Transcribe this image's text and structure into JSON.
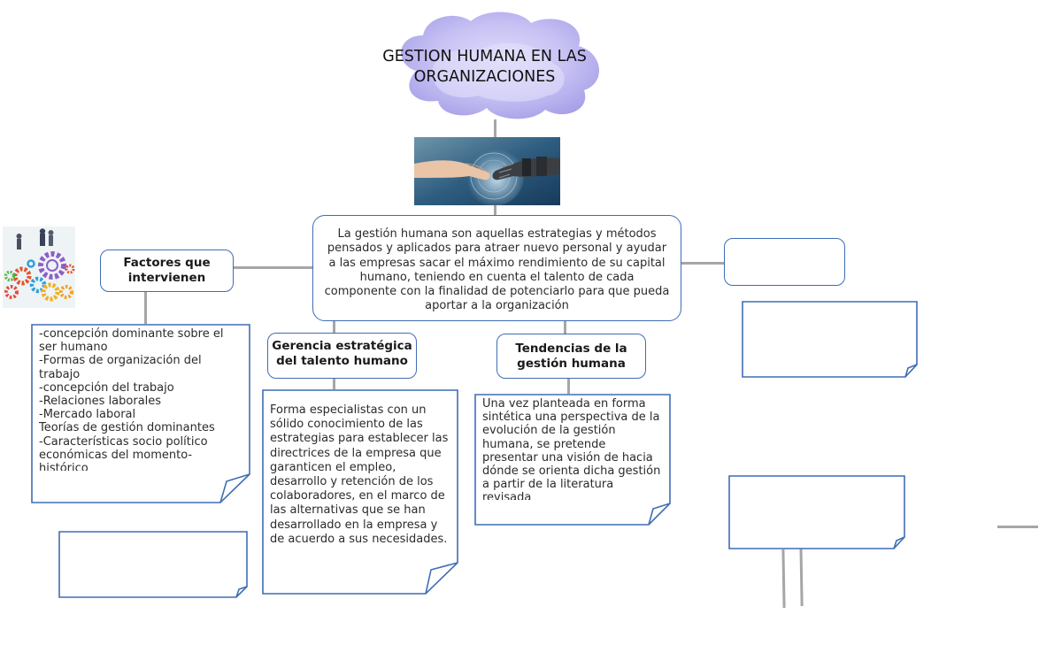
{
  "diagram": {
    "title": "GESTION HUMANA EN LAS ORGANIZACIONES",
    "central_text": "La gestión humana son aquellas estrategias y métodos pensados y aplicados para atraer nuevo personal y ayudar a las empresas sacar el máximo rendimiento de su capital humano, teniendo en cuenta el talento de cada componente con la finalidad de potenciarlo para que pueda aportar a la organización",
    "nodes": {
      "factores": {
        "label": "Factores que intervienen",
        "note": "-concepción dominante sobre el ser humano\n-Formas de organización del trabajo\n-concepción del trabajo\n-Relaciones laborales\n-Mercado laboral\nTeorías de gestión dominantes\n-Características socio político económicas del momento-histórico"
      },
      "gerencia": {
        "label": "Gerencia estratégica del talento humano",
        "note": " Forma especialistas con un sólido conocimiento de las estrategias para establecer las directrices de la empresa que garanticen el empleo, desarrollo y retención de los colaboradores, en el marco de las alternativas que se han desarrollado en la empresa y de acuerdo a sus necesidades."
      },
      "tendencias": {
        "label": "Tendencias de la gestión humana",
        "note": "Una vez planteada en forma sintética una perspectiva de la evolución de la gestión humana, se pretende presentar una visión de hacia dónde se orienta dicha gestión a partir de la literatura revisada"
      }
    },
    "colors": {
      "box_border": "#3f6db5",
      "connector": "#a6a6a6",
      "cloud": "#b9b3ee"
    },
    "icons": [
      "handshake-image",
      "gears-image"
    ]
  }
}
